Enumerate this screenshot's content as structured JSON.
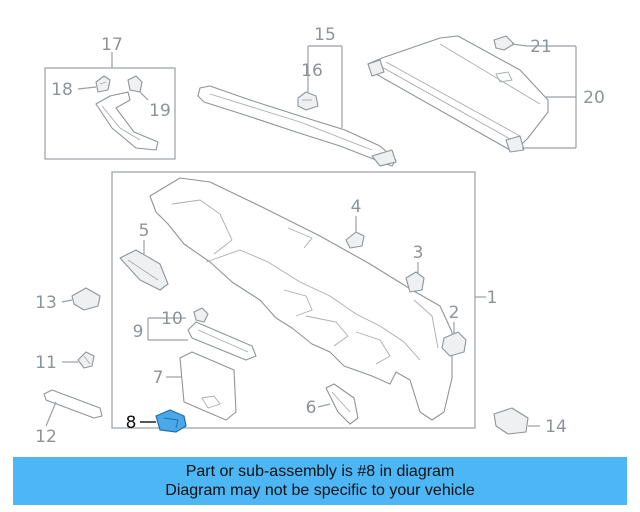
{
  "callouts": {
    "c1": "1",
    "c2": "2",
    "c3": "3",
    "c4": "4",
    "c5": "5",
    "c6": "6",
    "c7": "7",
    "c8": "8",
    "c9": "9",
    "c10": "10",
    "c11": "11",
    "c12": "12",
    "c13": "13",
    "c14": "14",
    "c15": "15",
    "c16": "16",
    "c17": "17",
    "c18": "18",
    "c19": "19",
    "c20": "20",
    "c21": "21"
  },
  "highlighted_part": "8",
  "colors": {
    "highlight": "#4aa8e8",
    "banner": "#4db6f5",
    "line_art": "#8e959b"
  },
  "banner": {
    "line1": "Part or sub-assembly is #8 in diagram",
    "line2": "Diagram may not be specific to your vehicle"
  }
}
